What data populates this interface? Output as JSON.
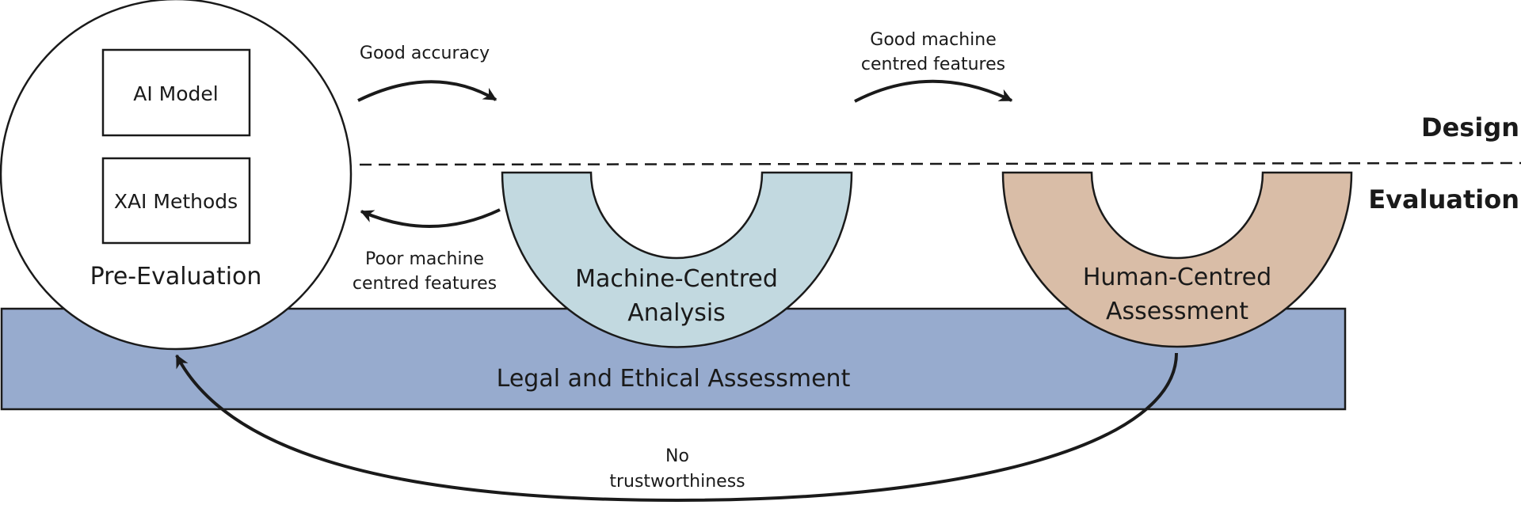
{
  "colors": {
    "legal_bar": "#97abce",
    "machine_node": "#c2d9e0",
    "human_node": "#d9bda7",
    "stroke": "#1a1a1a",
    "background": "#ffffff"
  },
  "nodes": {
    "pre_evaluation": {
      "label": "Pre-Evaluation",
      "ai_model": "AI Model",
      "xai_methods": "XAI Methods"
    },
    "machine_centred": {
      "line1": "Machine-Centred",
      "line2": "Analysis"
    },
    "human_centred": {
      "line1": "Human-Centred",
      "line2": "Assessment"
    },
    "legal": {
      "label": "Legal and Ethical Assessment"
    }
  },
  "layers": {
    "design": "Design",
    "evaluation": "Evaluation"
  },
  "edges": {
    "good_accuracy": "Good accuracy",
    "good_machine": {
      "line1": "Good machine",
      "line2": "centred features"
    },
    "poor_machine": {
      "line1": "Poor machine",
      "line2": "centred features"
    },
    "no_trust": {
      "line1": "No",
      "line2": "trustworthiness"
    }
  }
}
